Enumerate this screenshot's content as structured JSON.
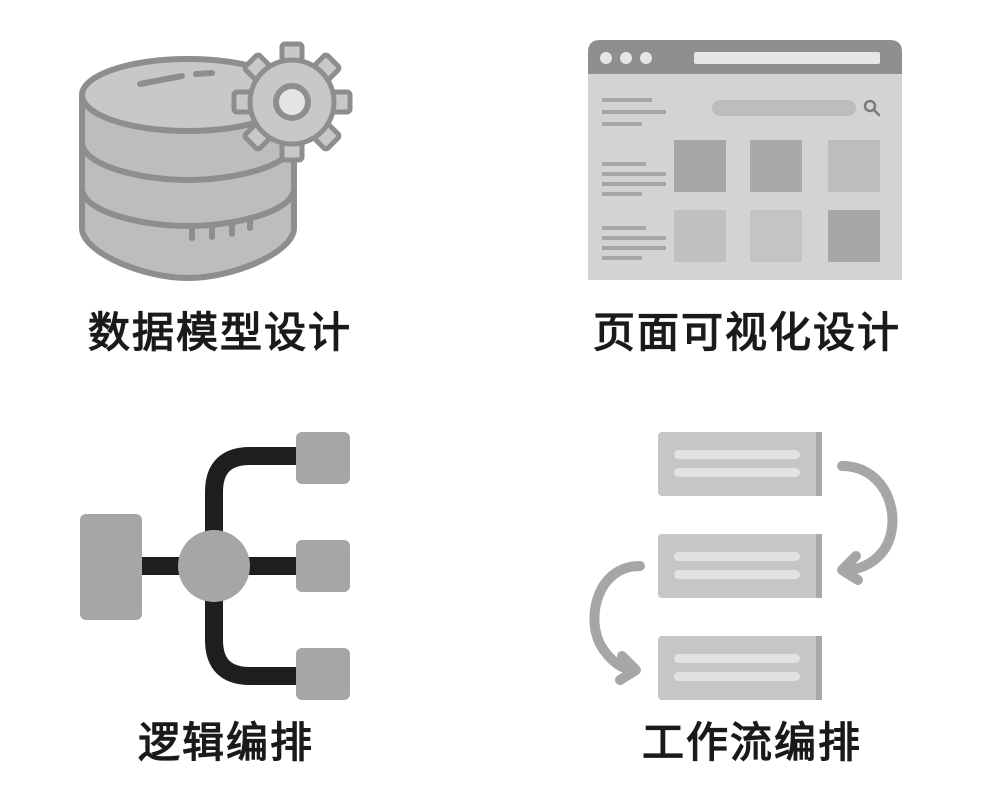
{
  "features": [
    {
      "title": "数据模型设计",
      "icon": "database-gear-icon"
    },
    {
      "title": "页面可视化设计",
      "icon": "browser-page-icon"
    },
    {
      "title": "逻辑编排",
      "icon": "logic-tree-icon"
    },
    {
      "title": "工作流编排",
      "icon": "workflow-icon"
    }
  ],
  "colors": {
    "caption": "#1a1a1a",
    "icon_dark": "#1e1e1e",
    "icon_mid": "#a6a6a6",
    "icon_light": "#d0d0d0",
    "background": "#ffffff"
  }
}
